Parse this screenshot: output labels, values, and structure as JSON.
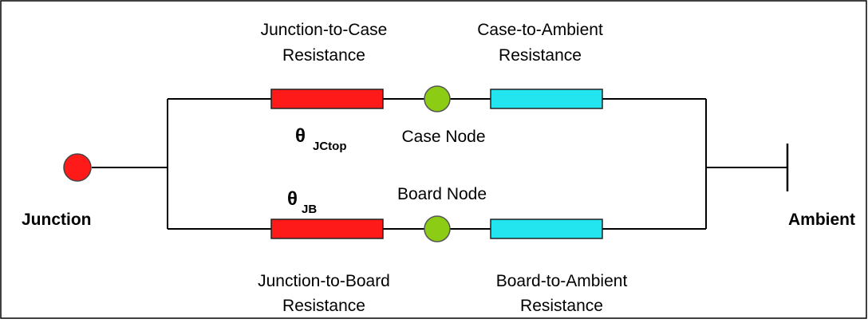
{
  "diagram": {
    "labels": {
      "junction": "Junction",
      "ambient": "Ambient",
      "case_node": "Case Node",
      "board_node": "Board Node",
      "jc_resistance_line1": "Junction-to-Case",
      "jc_resistance_line2": "Resistance",
      "ca_resistance_line1": "Case-to-Ambient",
      "ca_resistance_line2": "Resistance",
      "jb_resistance_line1": "Junction-to-Board",
      "jb_resistance_line2": "Resistance",
      "ba_resistance_line1": "Board-to-Ambient",
      "ba_resistance_line2": "Resistance",
      "theta_symbol": "θ",
      "theta_jctop_sub": "JCtop",
      "theta_jb_sub": "JB"
    },
    "colors": {
      "junction_node": "#ff1a1a",
      "mid_nodes": "#8ccc14",
      "jc_resistor": "#ff1a1a",
      "ambient_resistor": "#22e5f0",
      "wire": "#000000"
    }
  }
}
